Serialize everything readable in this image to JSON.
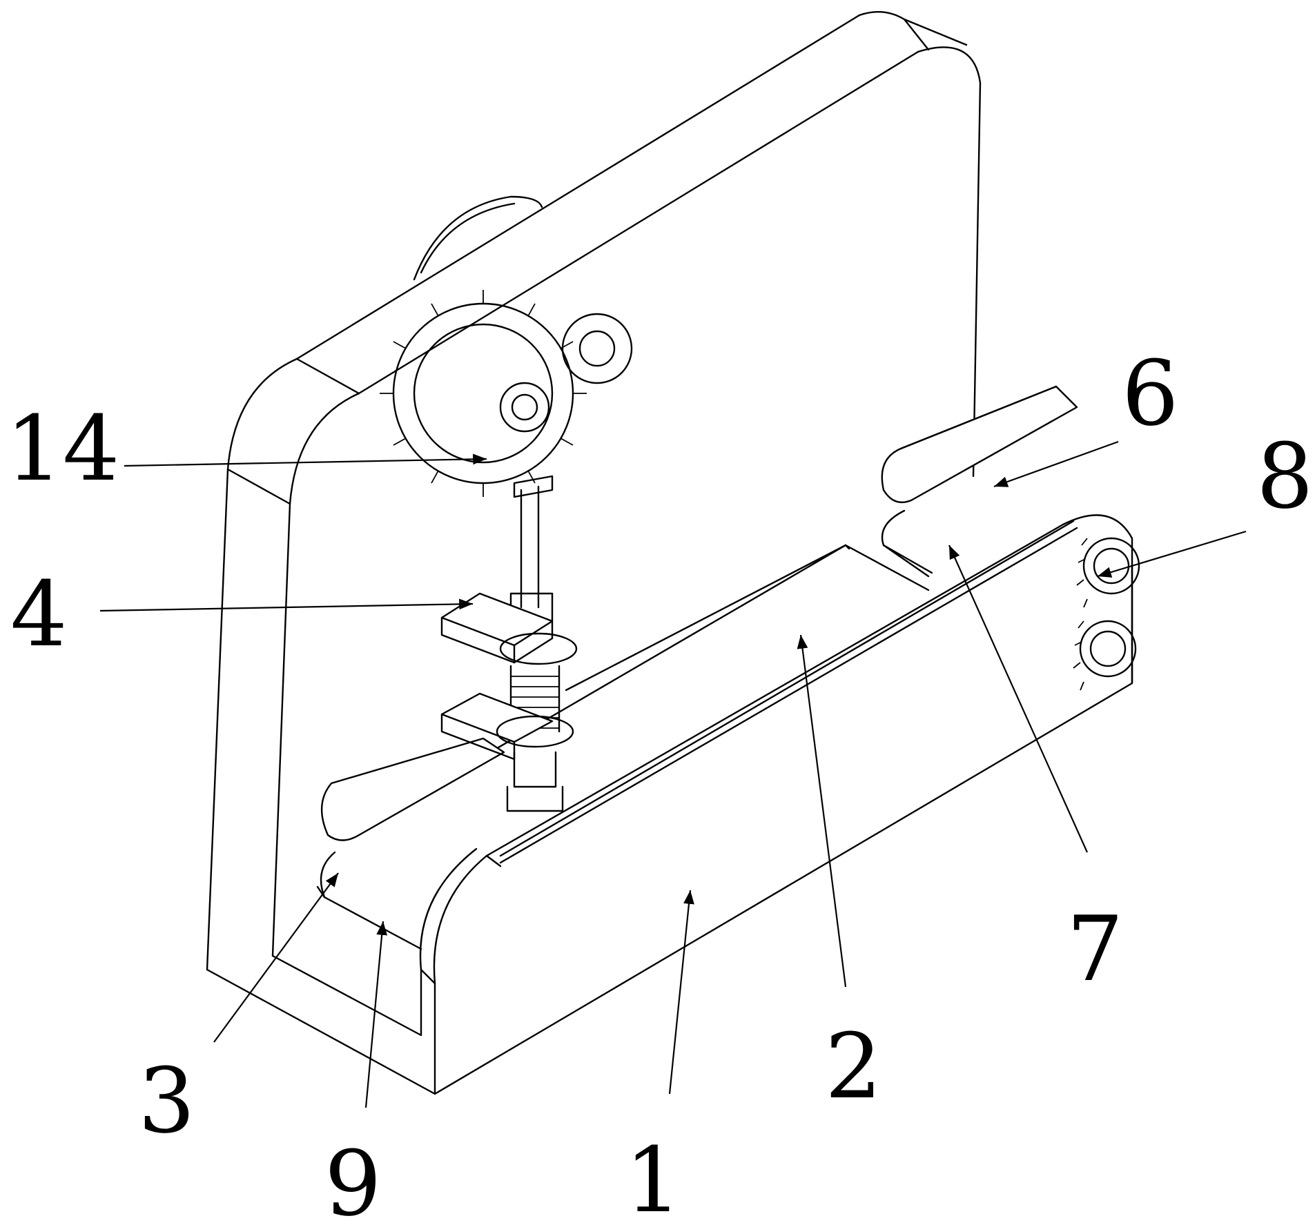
{
  "labels": [
    {
      "id": "14",
      "text": "14"
    },
    {
      "id": "4",
      "text": "4"
    },
    {
      "id": "6",
      "text": "6"
    },
    {
      "id": "8",
      "text": "8"
    },
    {
      "id": "7",
      "text": "7"
    },
    {
      "id": "2",
      "text": "2"
    },
    {
      "id": "1",
      "text": "1"
    },
    {
      "id": "3",
      "text": "3"
    },
    {
      "id": "9",
      "text": "9"
    }
  ],
  "colors": {
    "line": "#000000",
    "background": "#ffffff"
  }
}
